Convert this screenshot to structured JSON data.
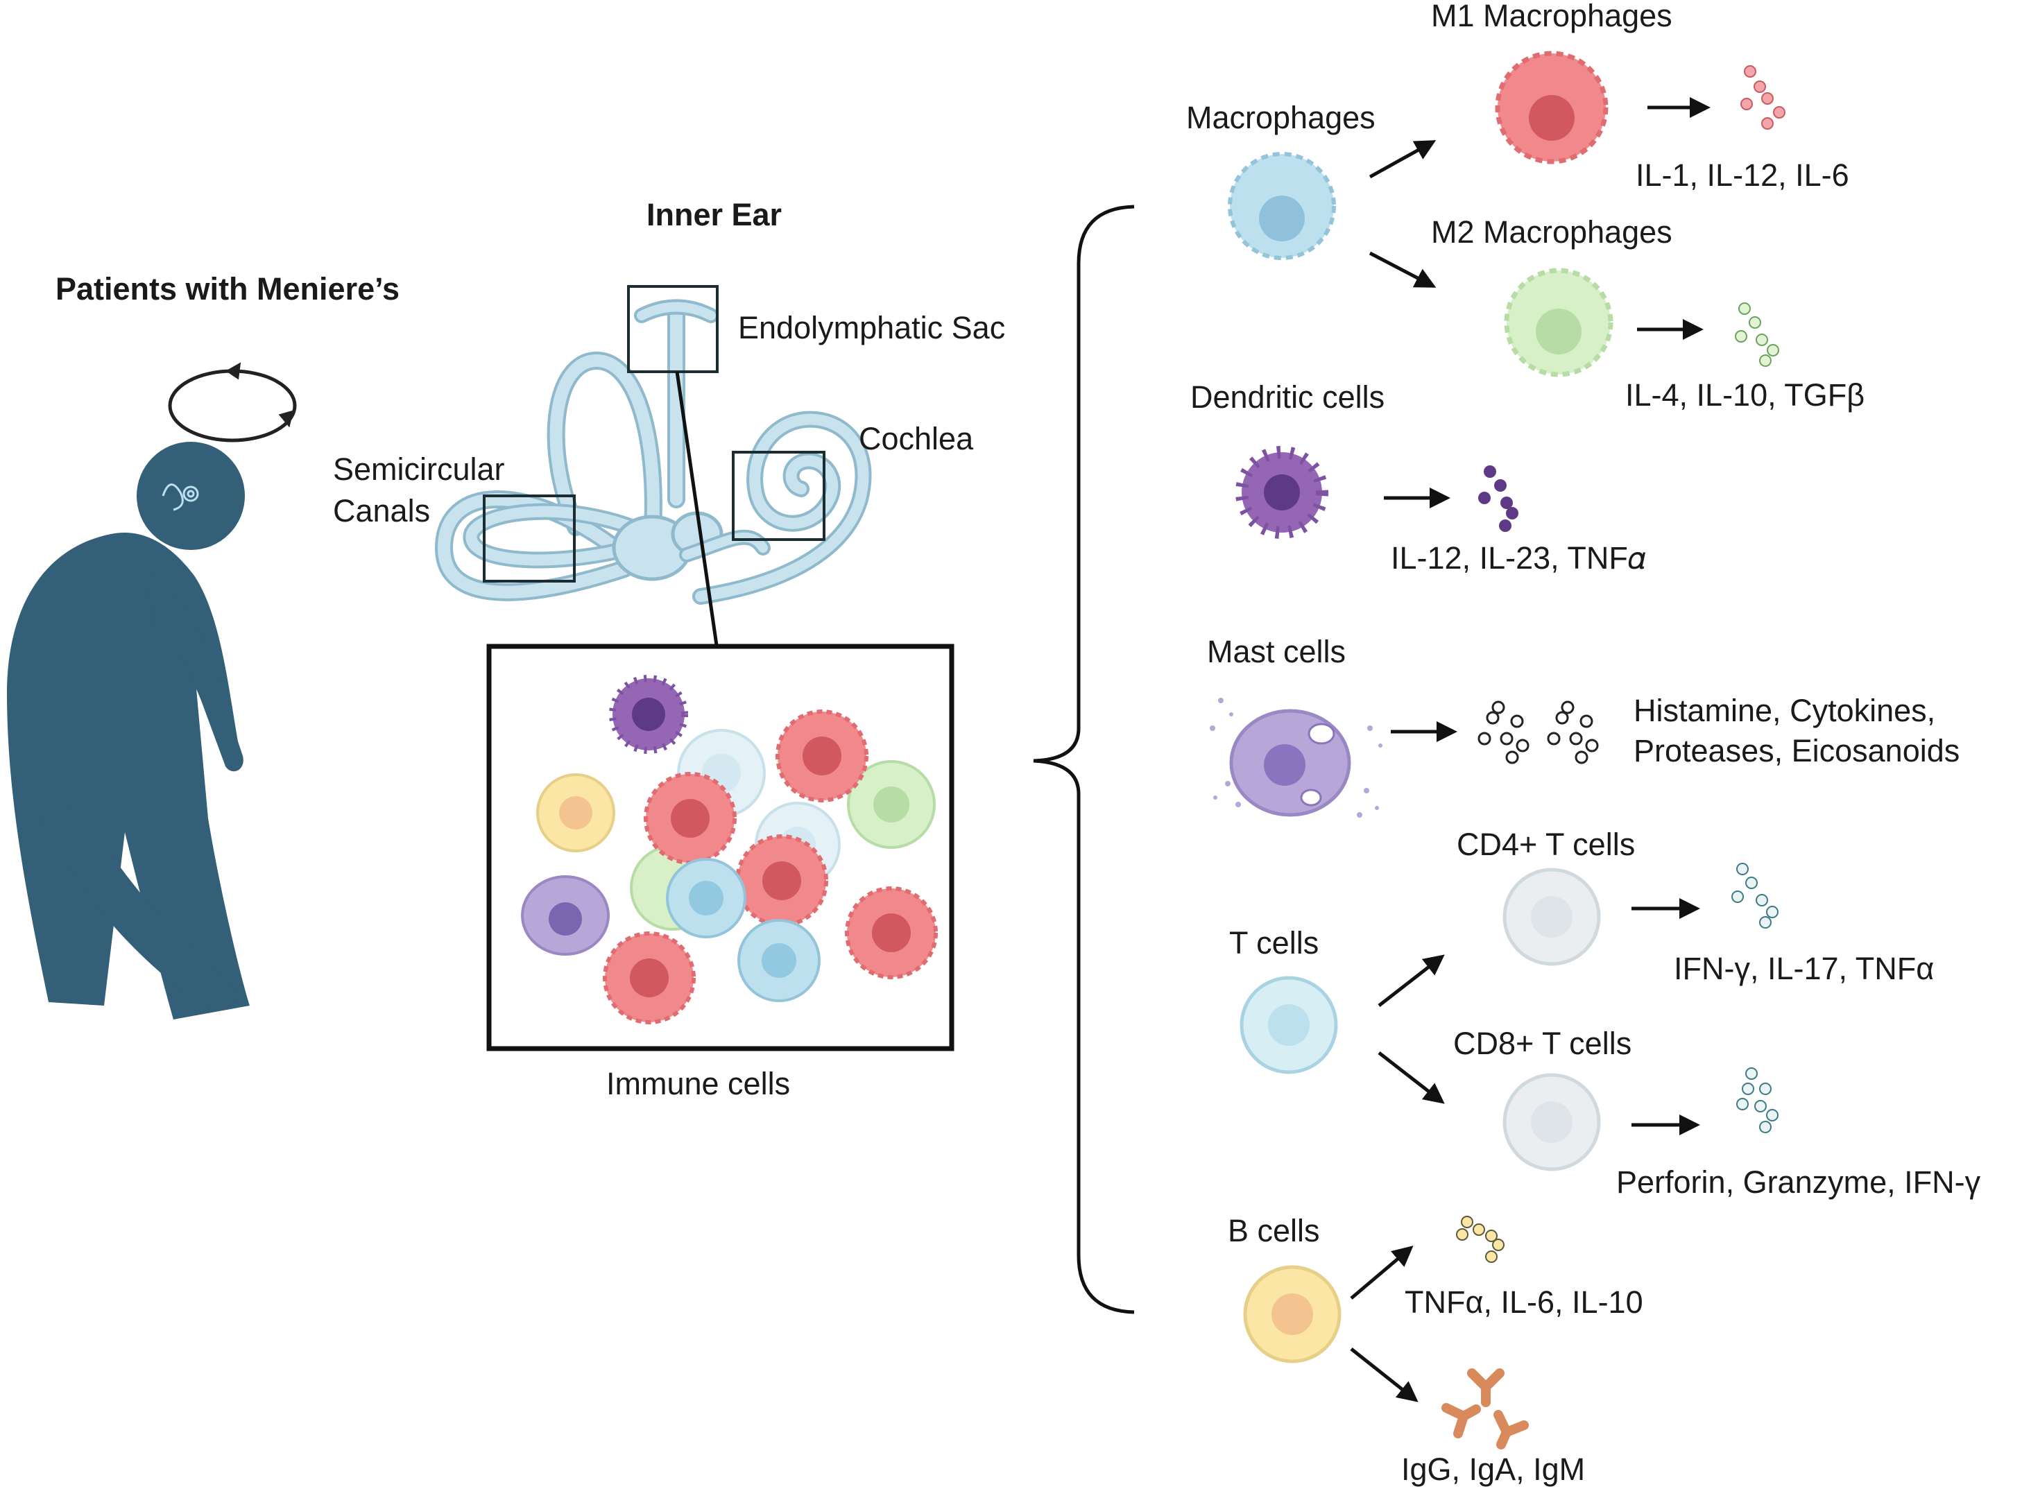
{
  "patient": {
    "title": "Patients with Meniere’s"
  },
  "inner_ear": {
    "title": "Inner Ear",
    "endolymphatic_sac": "Endolymphatic Sac",
    "cochlea": "Cochlea",
    "semicircular_line1": "Semicircular",
    "semicircular_line2": "Canals",
    "immune_cells": "Immune cells"
  },
  "cells": {
    "macrophages": "Macrophages",
    "m1": "M1 Macrophages",
    "m1_out": "IL-1, IL-12, IL-6",
    "m2": "M2 Macrophages",
    "m2_out": "IL-4, IL-10, TGFβ",
    "dendritic": "Dendritic cells",
    "dendritic_out": "IL-12, IL-23, TNF𝛼",
    "mast": "Mast cells",
    "mast_out1": "Histamine, Cytokines,",
    "mast_out2": "Proteases, Eicosanoids",
    "tcells": "T cells",
    "cd4": "CD4+ T cells",
    "cd4_out": "IFN-γ, IL-17, TNFα",
    "cd8": "CD8+ T cells",
    "cd8_out": "Perforin, Granzyme, IFN-γ",
    "bcells": "B cells",
    "b_out1": "TNFα, IL-6, IL-10",
    "b_out2": "IgG, IgA, IgM"
  },
  "colors": {
    "figure": "#345f78",
    "macrophage": "#bde0ee",
    "m1": "#f1898c",
    "m2": "#d7f0c8",
    "dendritic": "#9466b3",
    "mast": "#b7a6d8",
    "tcell": "#d8eef5",
    "tcell_gray": "#e3e8ea",
    "bcell": "#fbe6a6",
    "antibody": "#d98a5c",
    "ear": "#b9d8e6",
    "ear_stroke": "#8fb9cc"
  }
}
